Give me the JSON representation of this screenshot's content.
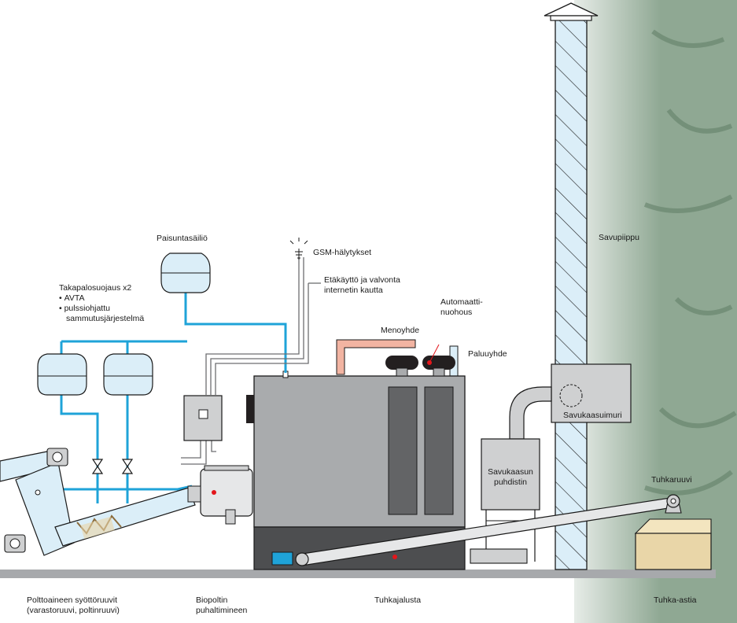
{
  "colors": {
    "pipe_blue": "#1fa3d8",
    "boiler_gray": "#a9abad",
    "dark_gray": "#58595b",
    "hot_pipe": "#f2b4a2",
    "chimney_blue": "#dbeef8",
    "alarm_red": "#e3161b",
    "ash_box": "#e9d6a8",
    "foliage": "#6e8b72"
  },
  "icons": [
    "antenna-icon",
    "pressure-gauge-icon",
    "fan-motor-icon",
    "valve-icon"
  ],
  "labels": {
    "paisuntasailio": "Paisuntasäiliö",
    "gsm": "GSM-hälytykset",
    "remote": [
      "Etäkäyttö ja valvonta",
      "internetin kautta"
    ],
    "backfire_title": "Takapalosuojaus x2",
    "backfire_items": [
      "AVTA",
      "pulssiohjattu",
      "sammutusjärjestelmä"
    ],
    "autosweep": [
      "Automaatti-",
      "nuohous"
    ],
    "menoyhde": "Menoyhde",
    "paluuyhde": "Paluuyhde",
    "savupiippu": "Savupiippu",
    "savukaasuimuri": "Savukaasuimuri",
    "savukaasun_puhdistin": [
      "Savukaasun",
      "puhdistin"
    ],
    "tuhkaruuvi": "Tuhkaruuvi",
    "feed_screws": [
      "Polttoaineen syöttöruuvit",
      "(varastoruuvi, poltinruuvi)"
    ],
    "burner": [
      "Biopoltin",
      "puhaltimineen"
    ],
    "ash_base": "Tuhkajalusta",
    "ash_bin": "Tuhka-astia"
  }
}
